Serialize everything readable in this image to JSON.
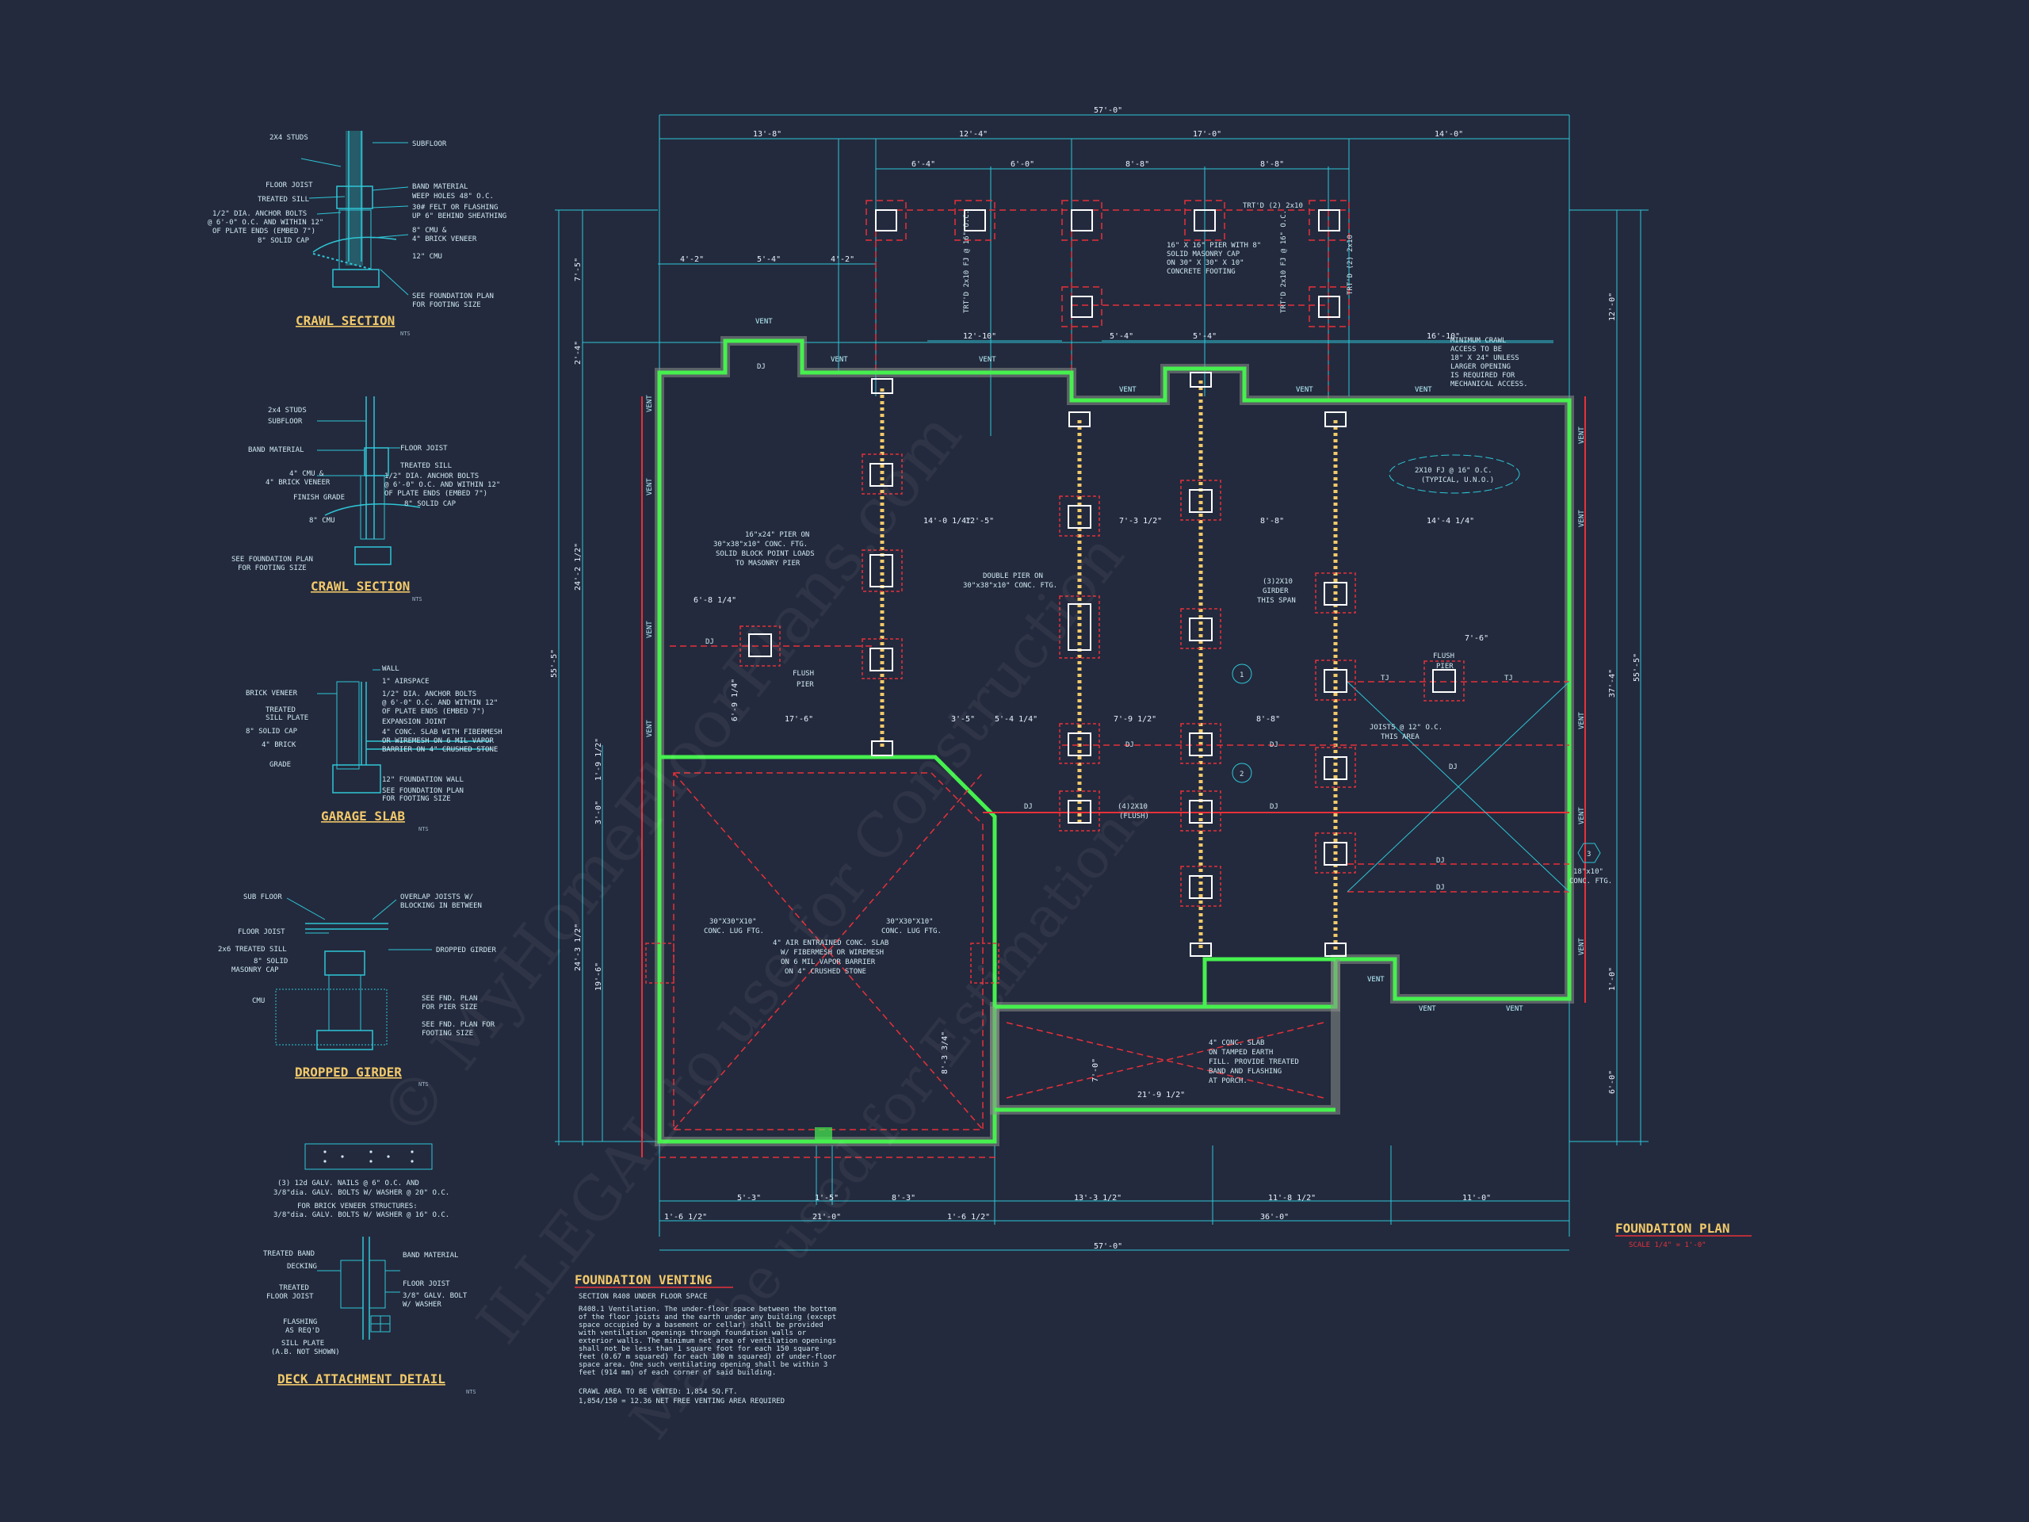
{
  "plan": {
    "title": "FOUNDATION PLAN",
    "scale": "SCALE 1/4\" = 1'-0\""
  },
  "details": [
    {
      "title": "CRAWL SECTION",
      "nts": "NTS",
      "labels": [
        "2X4 STUDS",
        "SUBFLOOR",
        "FLOOR JOIST",
        "TREATED SILL",
        "1/2\" DIA. ANCHOR BOLTS",
        "@ 6'-0\" O.C. AND WITHIN 12\"",
        "OF PLATE ENDS (EMBED 7\")",
        "8\" SOLID CAP",
        "BAND MATERIAL",
        "WEEP HOLES 48\" O.C.",
        "30# FELT OR FLASHING",
        "UP 6\" BEHIND SHEATHING",
        "8\" CMU &",
        "4\" BRICK VENEER",
        "12\" CMU",
        "SEE FOUNDATION PLAN",
        "FOR FOOTING SIZE"
      ]
    },
    {
      "title": "CRAWL SECTION",
      "nts": "NTS",
      "labels": [
        "2x4 STUDS",
        "SUBFLOOR",
        "BAND MATERIAL",
        "FLOOR JOIST",
        "TREATED SILL",
        "4\" CMU &",
        "4\" BRICK VENEER",
        "1/2\" DIA. ANCHOR BOLTS",
        "@ 6'-0\" O.C. AND WITHIN 12\"",
        "OF PLATE ENDS (EMBED 7\")",
        "FINISH GRADE",
        "8\" SOLID CAP",
        "8\" CMU",
        "SEE FOUNDATION PLAN",
        "FOR FOOTING SIZE"
      ]
    },
    {
      "title": "GARAGE SLAB",
      "nts": "NTS",
      "labels": [
        "WALL",
        "BRICK VENEER",
        "1\" AIRSPACE",
        "TREATED",
        "SILL PLATE",
        "1/2\" DIA. ANCHOR BOLTS",
        "@ 6'-0\" O.C. AND WITHIN 12\"",
        "OF PLATE ENDS (EMBED 7\")",
        "8\" SOLID CAP",
        "EXPANSION JOINT",
        "4\" BRICK",
        "4\" CONC. SLAB WITH FIBERMESH",
        "OR WIREMESH ON 6 MIL VAPOR",
        "BARRIER ON 4\" CRUSHED STONE",
        "GRADE",
        "12\" FOUNDATION WALL",
        "SEE FOUNDATION PLAN",
        "FOR FOOTING SIZE"
      ]
    },
    {
      "title": "DROPPED GIRDER",
      "nts": "NTS",
      "labels": [
        "SUB FLOOR",
        "OVERLAP JOISTS W/",
        "BLOCKING IN BETWEEN",
        "FLOOR JOIST",
        "2x6 TREATED SILL",
        "DROPPED GIRDER",
        "8\" SOLID",
        "MASONRY CAP",
        "CMU",
        "SEE FND. PLAN",
        "FOR PIER SIZE",
        "SEE FND. PLAN FOR",
        "FOOTING SIZE"
      ]
    },
    {
      "title": "DECK ATTACHMENT DETAIL",
      "nts": "NTS",
      "labels": [
        "(3) 12d GALV. NAILS @ 6\" O.C. AND",
        "3/8\"dia. GALV. BOLTS W/ WASHER @ 20\" O.C.",
        "FOR BRICK VENEER STRUCTURES:",
        "3/8\"dia. GALV. BOLTS W/ WASHER @ 16\" O.C.",
        "TREATED BAND",
        "BAND MATERIAL",
        "DECKING",
        "TREATED",
        "FLOOR JOIST",
        "FLOOR JOIST",
        "3/8\" GALV. BOLT",
        "W/ WASHER",
        "FLASHING",
        "AS REQ'D",
        "SILL PLATE",
        "(A.B. NOT SHOWN)"
      ]
    }
  ],
  "venting": {
    "title": "FOUNDATION VENTING",
    "subtitle": "SECTION R408 UNDER FLOOR SPACE",
    "body": [
      "R408.1 Ventilation. The under-floor space between the bottom",
      "of the floor joists and the earth under any building (except",
      "space occupied by a basement or cellar) shall be provided",
      "with ventilation openings through foundation walls or",
      "exterior walls. The minimum net area of ventilation openings",
      "shall not be less than 1 square foot for each 150 square",
      "feet (0.67 m squared) for each 100 m squared) of under-floor",
      "space area. One such ventilating opening shall be within 3",
      "feet (914 mm) of each corner of said building."
    ],
    "calc1": "CRAWL AREA TO BE VENTED:   1,854  SQ.FT.",
    "calc2": "1,854/150 = 12.36 NET FREE VENTING AREA REQUIRED"
  },
  "dims": {
    "top_overall": "57'-0\"",
    "top_row": [
      "13'-8\"",
      "12'-4\"",
      "17'-0\"",
      "14'-0\""
    ],
    "top_piers": [
      "6'-4\"",
      "6'-0\"",
      "8'-8\"",
      "8'-8\""
    ],
    "upper_row": [
      "4'-2\"",
      "5'-4\"",
      "4'-2\""
    ],
    "mid_labels": [
      "12'-10\"",
      "5'-4\"",
      "5'-4\"",
      "16'-10\""
    ],
    "bottom_row1": [
      "5'-3\"",
      "1'-5\"",
      "8'-3\"",
      "13'-3 1/2\"",
      "11'-8 1/2\"",
      "11'-0\""
    ],
    "bottom_row2": [
      "1'-6 1/2\"",
      "21'-0\"",
      "1'-6 1/2\"",
      "36'-0\""
    ],
    "bottom_overall": "57'-0\"",
    "left_overall": "55'-5\"",
    "right_overall": "55'-5\"",
    "left_vertical": [
      "7'-5\"",
      "2'-4\"",
      "24'-2 1/2\"",
      "1'-9 1/2\"",
      "3'-0\"",
      "24'-3 1/2\"",
      "19'-6\""
    ],
    "right_vertical": [
      "12'-0\"",
      "37'-4\"",
      "1'-0\"",
      "6'-0\""
    ],
    "interior": [
      "14'-0 1/4\"",
      "12'-5\"",
      "7'-3 1/2\"",
      "8'-8\"",
      "14'-4 1/4\"",
      "6'-8 1/4\"",
      "17'-6\"",
      "3'-5\"",
      "5'-4 1/4\"",
      "7'-9 1/2\"",
      "8'-8\"",
      "6'-9 1/4\"",
      "7'-6\"",
      "21'-9 1/2\"",
      "8'-3 3/4\"",
      "7'-0\""
    ]
  },
  "notes": {
    "trtd_top": "TRT'D (2) 2x10",
    "pier_note": [
      "16\" X 16\" PIER WITH 8\"",
      "SOLID MASONRY CAP",
      "ON 30\" X 30\" X 10\"",
      "CONCRETE FOOTING"
    ],
    "trtd_v1": "TRT'D 2x10 FJ @ 16\" O.C.",
    "trtd_v2": "TRT'D 2x10 FJ @ 16\" O.C.",
    "trtd_v3": "TRT'D (2) 2x10",
    "crawl_access": [
      "MINIMUM CRAWL",
      "ACCESS TO BE",
      "18\" X 24\" UNLESS",
      "LARGER OPENING",
      "IS REQUIRED FOR",
      "MECHANICAL ACCESS."
    ],
    "fj_cloud": [
      "2X10 FJ @ 16\" O.C.",
      "(TYPICAL, U.N.O.)"
    ],
    "pier_16x24": [
      "16\"x24\" PIER ON",
      "30\"x38\"x10\" CONC. FTG.",
      "SOLID BLOCK POINT LOADS",
      "TO MASONRY PIER"
    ],
    "double_pier": [
      "DOUBLE PIER ON",
      "30\"x38\"x10\" CONC. FTG."
    ],
    "girder": [
      "(3)2X10",
      "GIRDER",
      "THIS SPAN"
    ],
    "flush_pier": [
      "FLUSH",
      "PIER"
    ],
    "flush_pier_r": [
      "FLUSH",
      "PIER"
    ],
    "joists": [
      "JOISTS @ 12\" O.C.",
      "THIS AREA"
    ],
    "ftg_18": [
      "18\"x10\"",
      "CONC. FTG."
    ],
    "girder_flush": [
      "(4)2X10",
      "(FLUSH)"
    ],
    "garage_lug_l": [
      "30\"X30\"X10\"",
      "CONC. LUG FTG."
    ],
    "garage_lug_r": [
      "30\"X30\"X10\"",
      "CONC. LUG FTG."
    ],
    "garage_slab": [
      "4\" AIR ENTRAINED CONC. SLAB",
      "W/ FIBERMESH OR WIREMESH",
      "ON 6 MIL VAPOR BARRIER",
      "ON 4\" CRUSHED STONE"
    ],
    "porch_slab": [
      "4\" CONC. SLAB",
      "ON TAMPED EARTH",
      "FILL. PROVIDE TREATED",
      "BAND AND FLASHING",
      "AT PORCH."
    ],
    "dj": "DJ",
    "tj": "TJ",
    "vent": "VENT",
    "markers": [
      "1",
      "2",
      "3"
    ]
  },
  "watermark": [
    "© MyHomeFloorPlans.com",
    "ILLEGAL to use for Construction",
    "May be used for Estimations"
  ]
}
